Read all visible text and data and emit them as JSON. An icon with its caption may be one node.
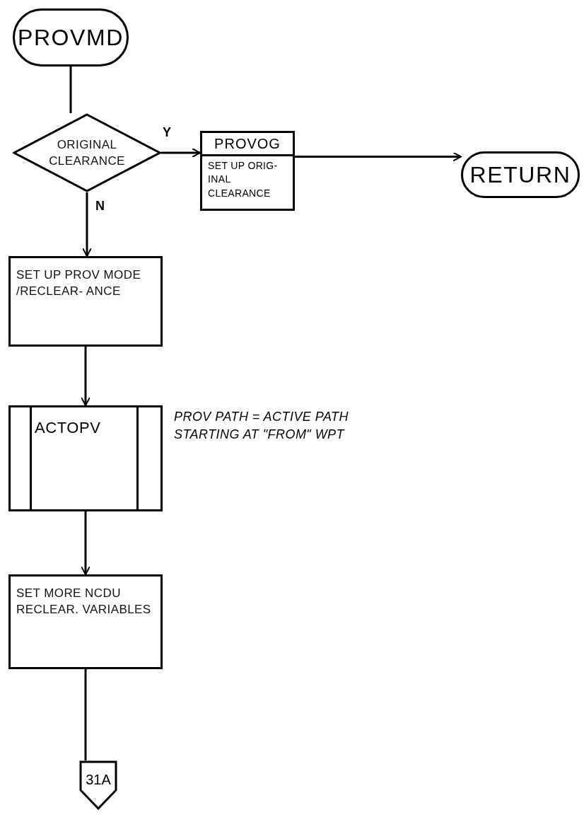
{
  "diagram": {
    "nodes": [
      {
        "text": [
          "PROVMD"
        ]
      },
      {
        "text": [
          "ORIGINAL CLEARANCE"
        ]
      },
      {
        "text": [
          "PROVOG",
          "SET UP ORIG- INAL CLEARANCE"
        ]
      },
      {
        "text": [
          "RETURN"
        ]
      },
      {
        "text": [
          "SET UP PROV MODE /RECLEAR- ANCE"
        ]
      },
      {
        "text": [
          "ACTOPV"
        ],
        "beside": [
          "PROV PATH = ACTIVE PATH STARTING AT \"FROM\" WPT"
        ]
      },
      {
        "text": [
          "SET MORE NCDU RECLEAR. VARIABLES"
        ]
      },
      {
        "text": [
          "31A"
        ]
      }
    ],
    "edges": [
      {
        "from": 0,
        "to": 1,
        "arrow": "none"
      },
      {
        "from": 1,
        "to": 2,
        "arrow": "to",
        "label": "Y"
      },
      {
        "from": 2,
        "to": 3,
        "arrow": "to"
      },
      {
        "from": 1,
        "to": 4,
        "arrow": "to",
        "label": "N"
      },
      {
        "from": 4,
        "to": 5,
        "arrow": "to"
      },
      {
        "from": 5,
        "to": 6,
        "arrow": "to"
      },
      {
        "from": 6,
        "to": 7,
        "arrow": "none"
      }
    ]
  }
}
